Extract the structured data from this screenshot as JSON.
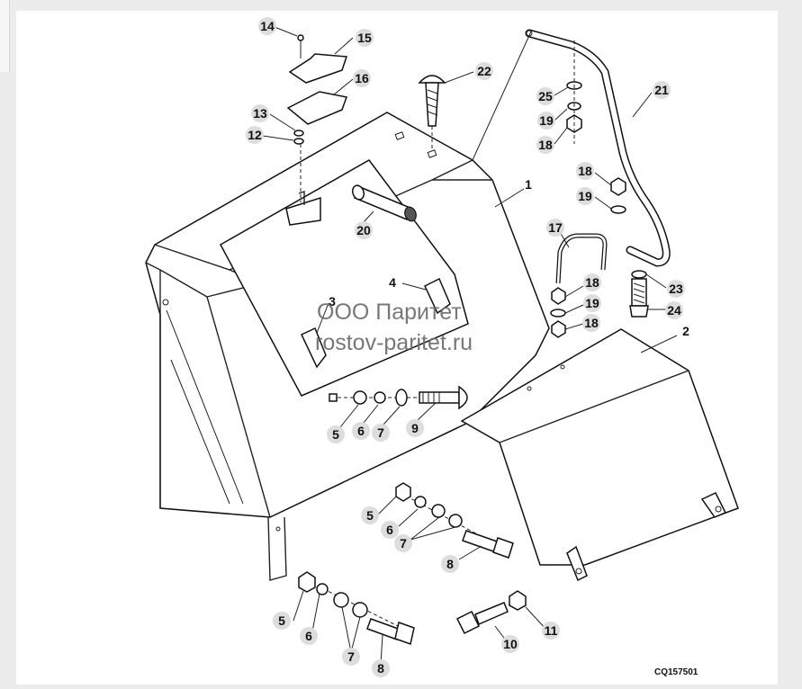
{
  "watermark": {
    "line1": "ООО Паритет",
    "line2": "rostov-paritet.ru"
  },
  "figure_code": "CQ157501",
  "callouts": [
    {
      "id": "c14",
      "label": "14"
    },
    {
      "id": "c15",
      "label": "15"
    },
    {
      "id": "c16",
      "label": "16"
    },
    {
      "id": "c13",
      "label": "13"
    },
    {
      "id": "c12",
      "label": "12"
    },
    {
      "id": "c22",
      "label": "22"
    },
    {
      "id": "c25",
      "label": "25"
    },
    {
      "id": "c19a",
      "label": "19"
    },
    {
      "id": "c18a",
      "label": "18"
    },
    {
      "id": "c21",
      "label": "21"
    },
    {
      "id": "c18b",
      "label": "18"
    },
    {
      "id": "c19b",
      "label": "19"
    },
    {
      "id": "c1",
      "label": "1"
    },
    {
      "id": "c20",
      "label": "20"
    },
    {
      "id": "c17",
      "label": "17"
    },
    {
      "id": "c18c",
      "label": "18"
    },
    {
      "id": "c19c",
      "label": "19"
    },
    {
      "id": "c18d",
      "label": "18"
    },
    {
      "id": "c23",
      "label": "23"
    },
    {
      "id": "c24",
      "label": "24"
    },
    {
      "id": "c2",
      "label": "2"
    },
    {
      "id": "c4",
      "label": "4"
    },
    {
      "id": "c3",
      "label": "3"
    },
    {
      "id": "c5a",
      "label": "5"
    },
    {
      "id": "c6a",
      "label": "6"
    },
    {
      "id": "c7a",
      "label": "7"
    },
    {
      "id": "c9",
      "label": "9"
    },
    {
      "id": "c5b",
      "label": "5"
    },
    {
      "id": "c6b",
      "label": "6"
    },
    {
      "id": "c7b",
      "label": "7"
    },
    {
      "id": "c8a",
      "label": "8"
    },
    {
      "id": "c5c",
      "label": "5"
    },
    {
      "id": "c6c",
      "label": "6"
    },
    {
      "id": "c7c",
      "label": "7"
    },
    {
      "id": "c8b",
      "label": "8"
    },
    {
      "id": "c10",
      "label": "10"
    },
    {
      "id": "c11",
      "label": "11"
    }
  ]
}
